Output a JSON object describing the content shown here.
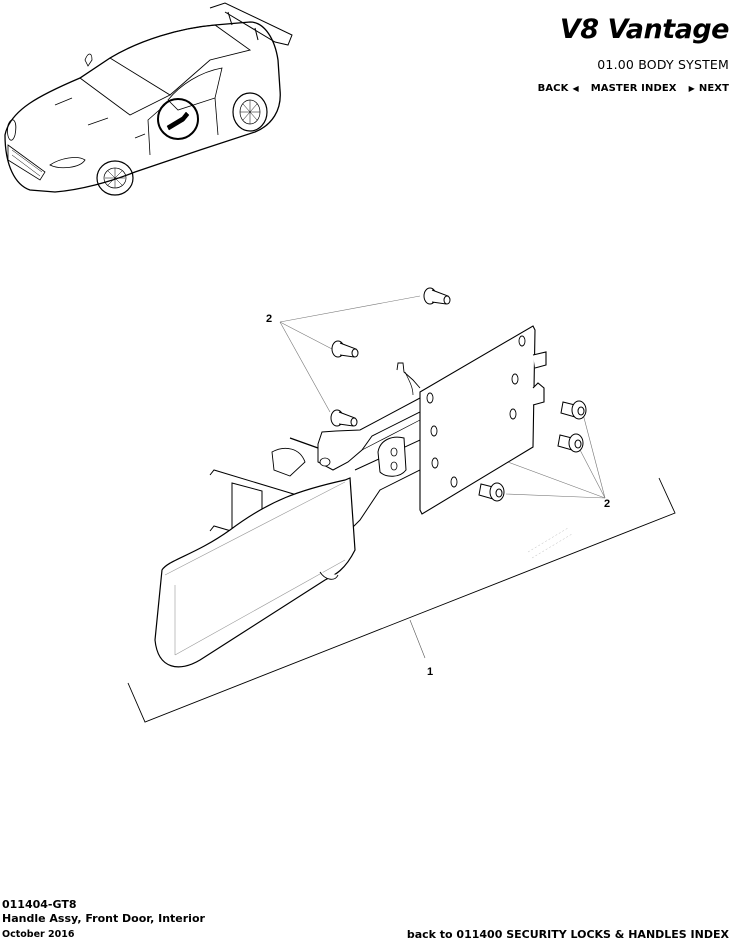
{
  "header": {
    "brand": "V8 Vantage",
    "system": "01.00 BODY SYSTEM",
    "nav": {
      "back_label": "BACK",
      "back_icon": "triangle-left-icon",
      "master_index_label": "MASTER INDEX",
      "next_icon": "triangle-right-icon",
      "next_label": "NEXT"
    }
  },
  "thumbnail": {
    "description": "Vehicle overview illustration with circled front door handle location",
    "icon": "car-thumbnail"
  },
  "diagram": {
    "callouts": [
      {
        "id": "callout-2-left",
        "label": "2"
      },
      {
        "id": "callout-2-right",
        "label": "2"
      },
      {
        "id": "callout-1",
        "label": "1"
      }
    ]
  },
  "footer": {
    "part_code": "011404-GT8",
    "title": "Handle Assy, Front Door, Interior",
    "date": "October 2016",
    "back_link": "back to 011400 SECURITY LOCKS & HANDLES INDEX"
  }
}
